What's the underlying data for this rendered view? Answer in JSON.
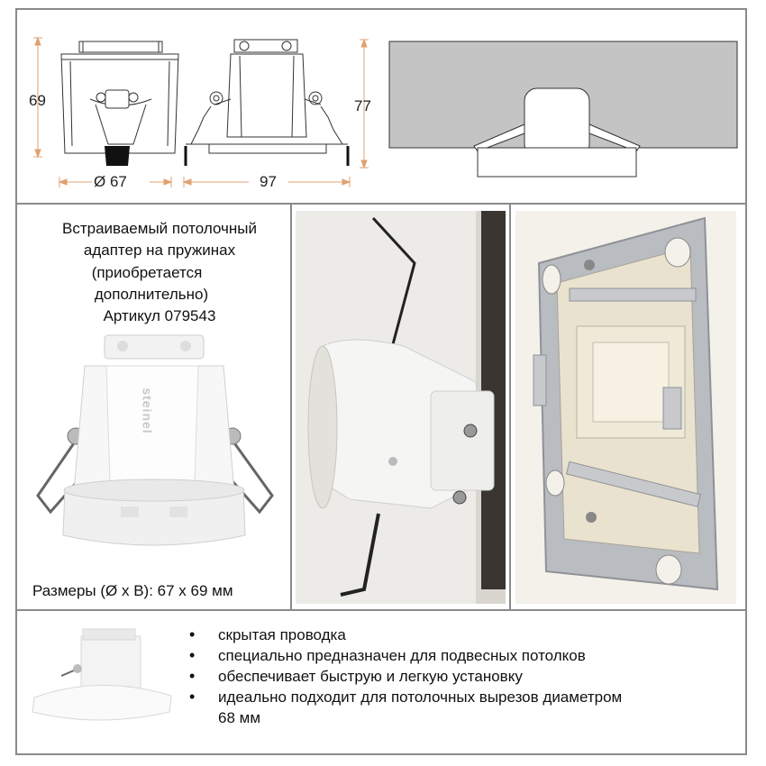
{
  "dimensions": {
    "height_left": "69",
    "diameter": "Ø 67",
    "width_97": "97",
    "height_77": "77"
  },
  "product": {
    "description": [
      "Встраиваемый потолочный",
      "адаптер на пружинах",
      "(приобретается",
      "дополнительно)",
      "Артикул 079543"
    ],
    "size_caption": "Размеры (Ø x B): 67 x 69 мм",
    "brand_logo": "steinel"
  },
  "features": [
    "скрытая проводка",
    "специально предназначен для подвесных потолков",
    "обеспечивает быструю и легкую установку",
    "идеально подходит для потолочных вырезов диаметром 68 мм"
  ]
}
